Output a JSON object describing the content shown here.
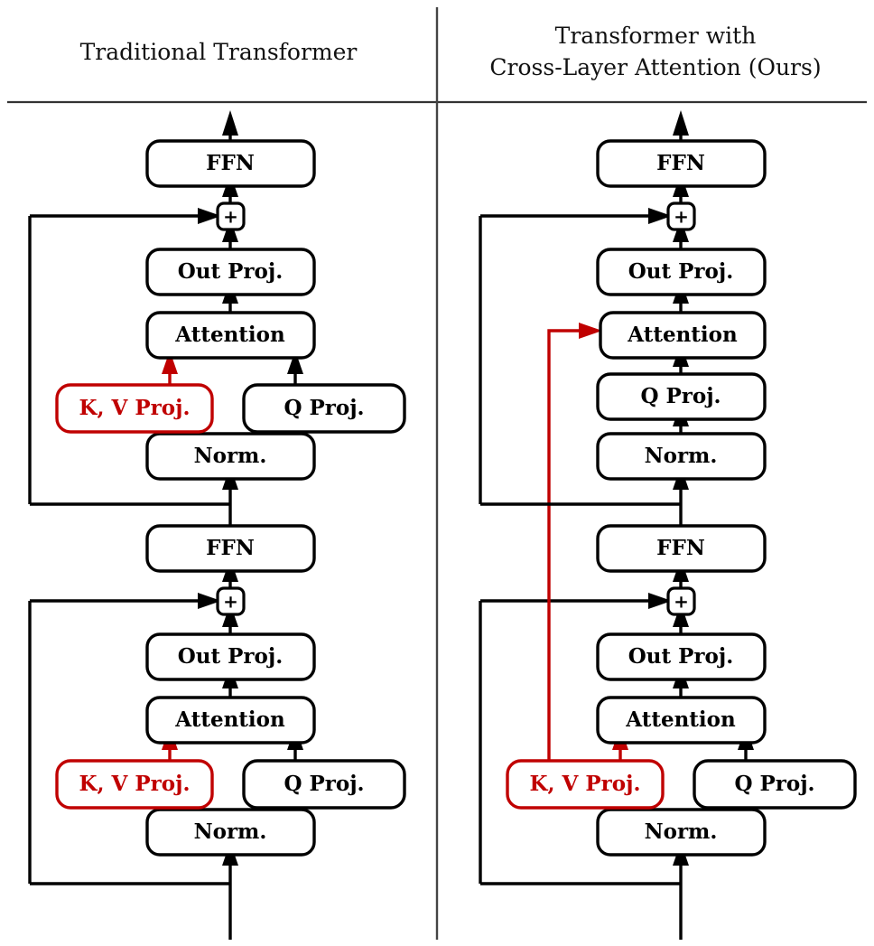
{
  "figure": {
    "type": "diagram",
    "subject": "Transformer architecture comparison",
    "background": "#ffffff",
    "accent_red": "#C00000",
    "line_black": "#000000"
  },
  "columns": [
    {
      "id": "traditional",
      "title_lines": [
        "Traditional Transformer"
      ],
      "blocks": [
        {
          "id": "upper",
          "nodes": [
            {
              "id": "ffn",
              "label": "FFN"
            },
            {
              "id": "add",
              "label": "+"
            },
            {
              "id": "outproj",
              "label": "Out Proj."
            },
            {
              "id": "attn",
              "label": "Attention"
            },
            {
              "id": "kvproj",
              "label": "K, V Proj.",
              "color": "#C00000"
            },
            {
              "id": "qproj",
              "label": "Q Proj."
            },
            {
              "id": "norm",
              "label": "Norm."
            }
          ]
        },
        {
          "id": "lower",
          "nodes": [
            {
              "id": "ffn",
              "label": "FFN"
            },
            {
              "id": "add",
              "label": "+"
            },
            {
              "id": "outproj",
              "label": "Out Proj."
            },
            {
              "id": "attn",
              "label": "Attention"
            },
            {
              "id": "kvproj",
              "label": "K, V Proj.",
              "color": "#C00000"
            },
            {
              "id": "qproj",
              "label": "Q Proj."
            },
            {
              "id": "norm",
              "label": "Norm."
            }
          ]
        }
      ]
    },
    {
      "id": "cross-layer",
      "title_lines": [
        "Transformer with",
        "Cross-Layer Attention (Ours)"
      ],
      "blocks": [
        {
          "id": "upper",
          "nodes": [
            {
              "id": "ffn",
              "label": "FFN"
            },
            {
              "id": "add",
              "label": "+"
            },
            {
              "id": "outproj",
              "label": "Out Proj."
            },
            {
              "id": "attn",
              "label": "Attention"
            },
            {
              "id": "qproj",
              "label": "Q Proj."
            },
            {
              "id": "norm",
              "label": "Norm."
            }
          ]
        },
        {
          "id": "lower",
          "nodes": [
            {
              "id": "ffn",
              "label": "FFN"
            },
            {
              "id": "add",
              "label": "+"
            },
            {
              "id": "outproj",
              "label": "Out Proj."
            },
            {
              "id": "attn",
              "label": "Attention"
            },
            {
              "id": "kvproj",
              "label": "K, V Proj.",
              "color": "#C00000"
            },
            {
              "id": "qproj",
              "label": "Q Proj."
            },
            {
              "id": "norm",
              "label": "Norm."
            }
          ]
        }
      ],
      "cross_layer_edge": {
        "from": "lower.kvproj",
        "to": "upper.attn",
        "color": "#C00000"
      }
    }
  ]
}
